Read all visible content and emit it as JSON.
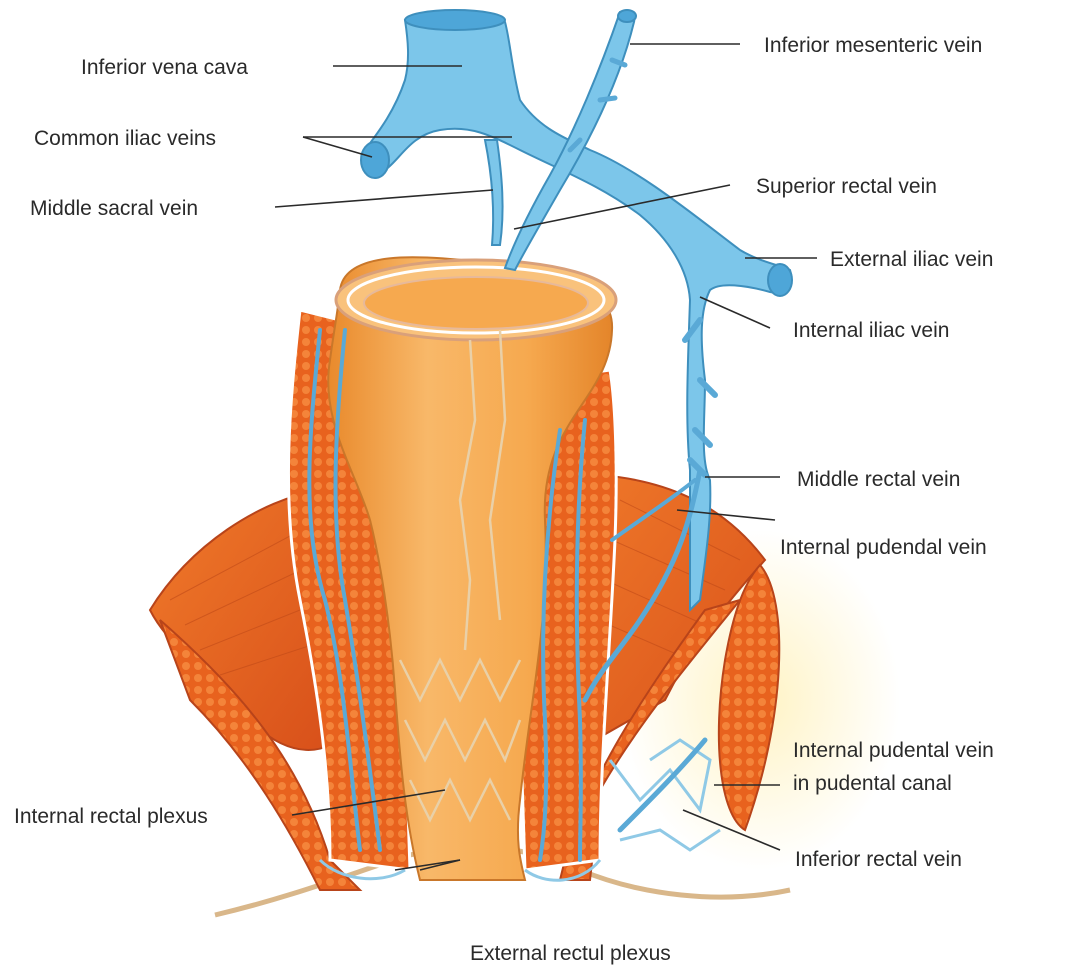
{
  "labels": {
    "inferior_vena_cava": "Inferior vena cava",
    "common_iliac_veins": "Common iliac veins",
    "middle_sacral_vein": "Middle sacral vein",
    "inferior_mesenteric_vein": "Inferior mesenteric vein",
    "superior_rectal_vein": "Superior rectal vein",
    "external_iliac_vein": "External iliac vein",
    "internal_iliac_vein": "Internal iliac vein",
    "middle_rectal_vein": "Middle rectal vein",
    "internal_pudendal_vein": "Internal pudendal vein",
    "internal_pudental_vein_line1": "Internal pudental vein",
    "internal_pudental_vein_line2": "in pudental canal",
    "inferior_rectal_vein": "Inferior rectal vein",
    "internal_rectal_plexus": "Internal rectal plexus",
    "external_rectul_plexus": "External rectul plexus"
  },
  "colors": {
    "vein": "#7cc6ea",
    "vein_outline": "#3e8fbd",
    "rectum": "#f4a747",
    "muscle": "#e8621e",
    "text": "#2a2a2a"
  }
}
